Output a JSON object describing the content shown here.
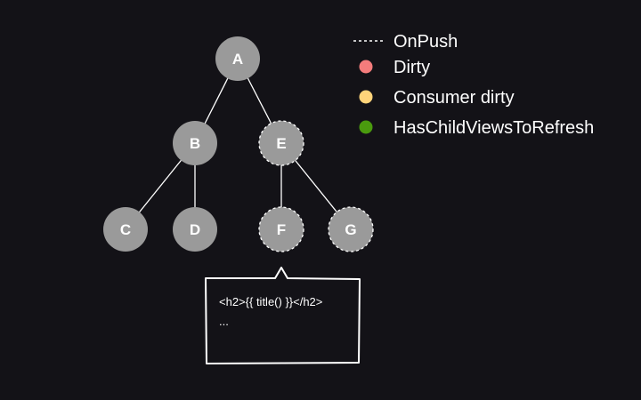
{
  "colors": {
    "background": "#131217",
    "node_fill": "#9a9a9a",
    "edge": "#ffffff",
    "dirty": "#f47c7c",
    "consumer_dirty": "#ffd47a",
    "has_child_views_to_refresh": "#4a9a0e"
  },
  "nodes": [
    {
      "id": "A",
      "label": "A",
      "onpush": false
    },
    {
      "id": "B",
      "label": "B",
      "onpush": false
    },
    {
      "id": "E",
      "label": "E",
      "onpush": true
    },
    {
      "id": "C",
      "label": "C",
      "onpush": false
    },
    {
      "id": "D",
      "label": "D",
      "onpush": false
    },
    {
      "id": "F",
      "label": "F",
      "onpush": true
    },
    {
      "id": "G",
      "label": "G",
      "onpush": true
    }
  ],
  "edges": [
    {
      "from": "A",
      "to": "B"
    },
    {
      "from": "A",
      "to": "E"
    },
    {
      "from": "B",
      "to": "C"
    },
    {
      "from": "B",
      "to": "D"
    },
    {
      "from": "E",
      "to": "F"
    },
    {
      "from": "E",
      "to": "G"
    }
  ],
  "legend": {
    "onpush": "OnPush",
    "dirty": "Dirty",
    "consumer_dirty": "Consumer dirty",
    "has_child_views": "HasChildViewsToRefresh"
  },
  "template_popup": {
    "line1": "<h2>{{ title() }}</h2>",
    "line2": "..."
  }
}
